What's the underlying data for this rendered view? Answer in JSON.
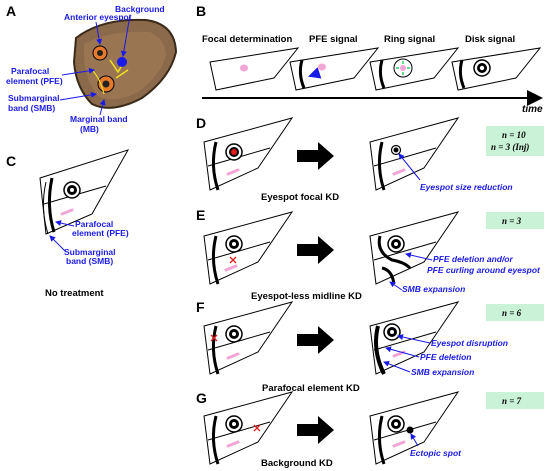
{
  "panels": {
    "a": {
      "label": "A",
      "annotations": {
        "anterior_eyespot": "Anterior eyespot",
        "background": "Background",
        "pfe_line1": "Parafocal",
        "pfe_line2": "element (PFE)",
        "smb_line1": "Submarginal",
        "smb_line2": "band (SMB)",
        "mb_line1": "Marginal band",
        "mb_line2": "(MB)"
      }
    },
    "b": {
      "label": "B",
      "stages": [
        "Focal determination",
        "PFE signal",
        "Ring signal",
        "Disk signal"
      ],
      "axis_label": "time"
    },
    "c": {
      "label": "C",
      "pfe_line1": "Parafocal",
      "pfe_line2": "element (PFE)",
      "smb_line1": "Submarginal",
      "smb_line2": "band (SMB)",
      "caption": "No treatment"
    },
    "d": {
      "label": "D",
      "title": "Eyespot focal KD",
      "n_line1": "n = 10",
      "n_line2": "n = 3 (Inj)",
      "note1": "Eyespot size reduction"
    },
    "e": {
      "label": "E",
      "title": "Eyespot-less midline KD",
      "n_line1": "n = 3",
      "note1": "PFE deletion and/or",
      "note2": "PFE curling around eyespot",
      "note3": "SMB expansion"
    },
    "f": {
      "label": "F",
      "title": "Parafocal element KD",
      "n_line1": "n = 6",
      "note1": "Eyespot disruption",
      "note2": "PFE deletion",
      "note3": "SMB expansion"
    },
    "g": {
      "label": "G",
      "title": "Background KD",
      "n_line1": "n = 7",
      "note1": "Ectopic spot"
    }
  },
  "colors": {
    "annotation_blue": "#1a1ae6",
    "pink": "#f2a6d6",
    "green_box": "#c9f2d6",
    "wing_brown": "#8a6a4a"
  }
}
